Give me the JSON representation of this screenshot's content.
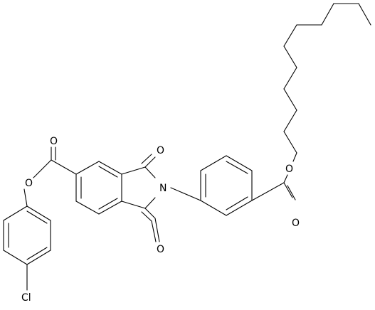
{
  "diagram": {
    "kind": "chemical-structure",
    "colors": {
      "bond": "#000000",
      "background": "#ffffff"
    },
    "atom_labels": {
      "O_ester_a_carbonyl": "O",
      "O_ester_a_link": "O",
      "O_imide_top": "O",
      "N_imide": "N",
      "O_imide_bottom": "O",
      "O_ester_b_link": "O",
      "O_ester_b_carbonyl": "O",
      "Cl": "Cl"
    }
  }
}
